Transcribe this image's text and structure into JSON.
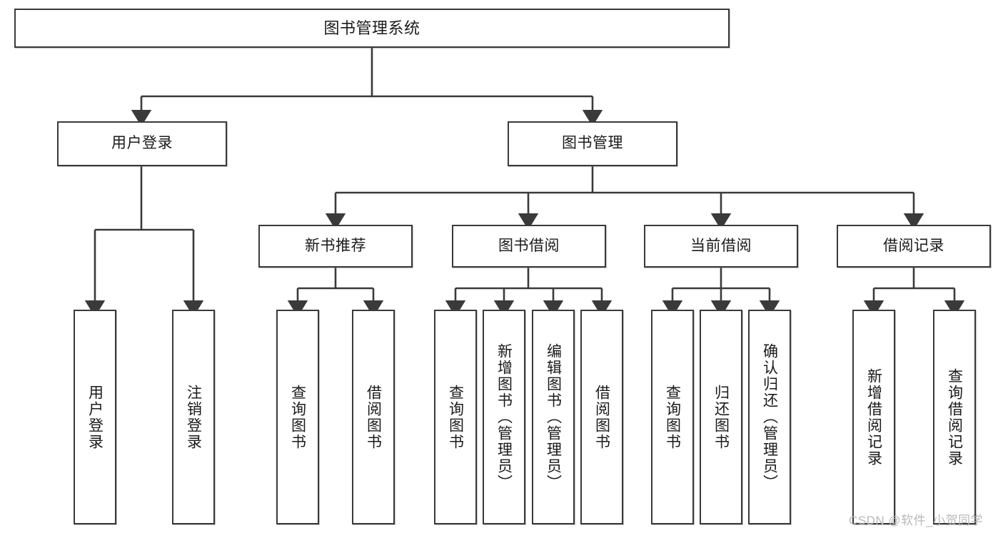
{
  "diagram": {
    "title": "图书管理系统",
    "type": "hierarchy-tree",
    "watermark": "CSDN @软件_小贺同学",
    "colors": {
      "stroke": "#3a3a3a",
      "fill": "#ffffff",
      "text": "#1a1a1a",
      "watermark": "#b9b9b9"
    },
    "root": {
      "label": "图书管理系统"
    },
    "level2": [
      {
        "label": "用户登录"
      },
      {
        "label": "图书管理"
      }
    ],
    "level3": [
      {
        "label": "新书推荐"
      },
      {
        "label": "图书借阅"
      },
      {
        "label": "当前借阅"
      },
      {
        "label": "借阅记录"
      }
    ],
    "leaves": {
      "user_login": [
        {
          "label": "用户登录"
        },
        {
          "label": "注销登录"
        }
      ],
      "new_book": [
        {
          "label": "查询图书"
        },
        {
          "label": "借阅图书"
        }
      ],
      "borrow_book": [
        {
          "label": "查询图书"
        },
        {
          "label": "新增图书（管理员）"
        },
        {
          "label": "编辑图书（管理员）"
        },
        {
          "label": "借阅图书"
        }
      ],
      "current_borrow": [
        {
          "label": "查询图书"
        },
        {
          "label": "归还图书"
        },
        {
          "label": "确认归还（管理员）"
        }
      ],
      "borrow_record": [
        {
          "label": "新增借阅记录"
        },
        {
          "label": "查询借阅记录"
        }
      ]
    }
  }
}
